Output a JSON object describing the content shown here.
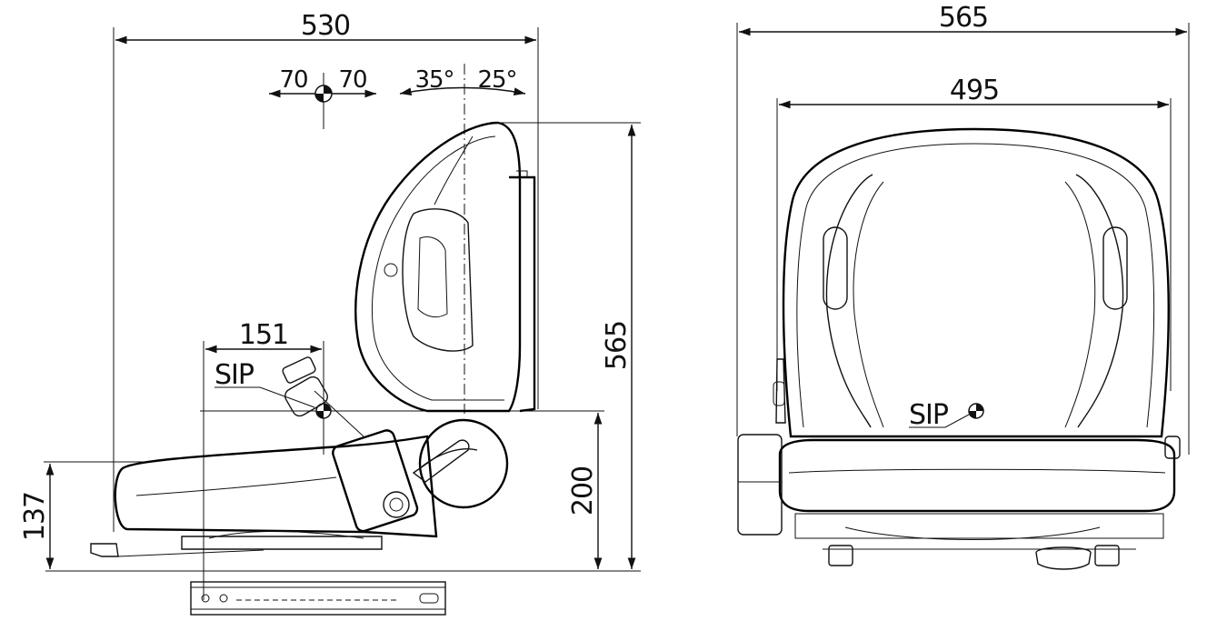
{
  "side_view": {
    "width_label": "530",
    "cog_left_label": "70",
    "cog_right_label": "70",
    "angle_back_label": "35°",
    "angle_fwd_label": "25°",
    "height_label": "565",
    "sip_height_label": "200",
    "cushion_height_label": "137",
    "sip_offset_label": "151",
    "sip_label": "SIP"
  },
  "front_view": {
    "overall_width_label": "565",
    "backrest_width_label": "495",
    "sip_label": "SIP"
  }
}
